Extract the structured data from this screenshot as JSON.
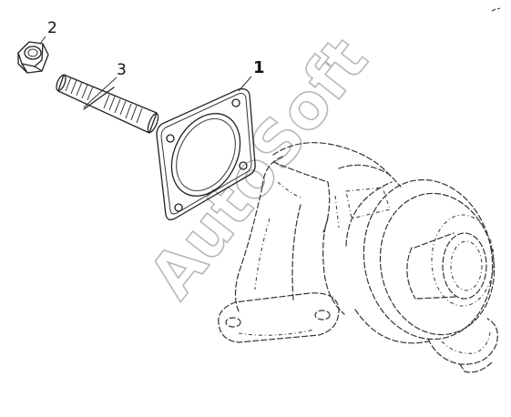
{
  "callouts": [
    {
      "id": "1",
      "text": "1"
    },
    {
      "id": "2",
      "text": "2"
    },
    {
      "id": "3",
      "text": "3"
    }
  ],
  "watermark": {
    "text": "AutoSoft"
  }
}
